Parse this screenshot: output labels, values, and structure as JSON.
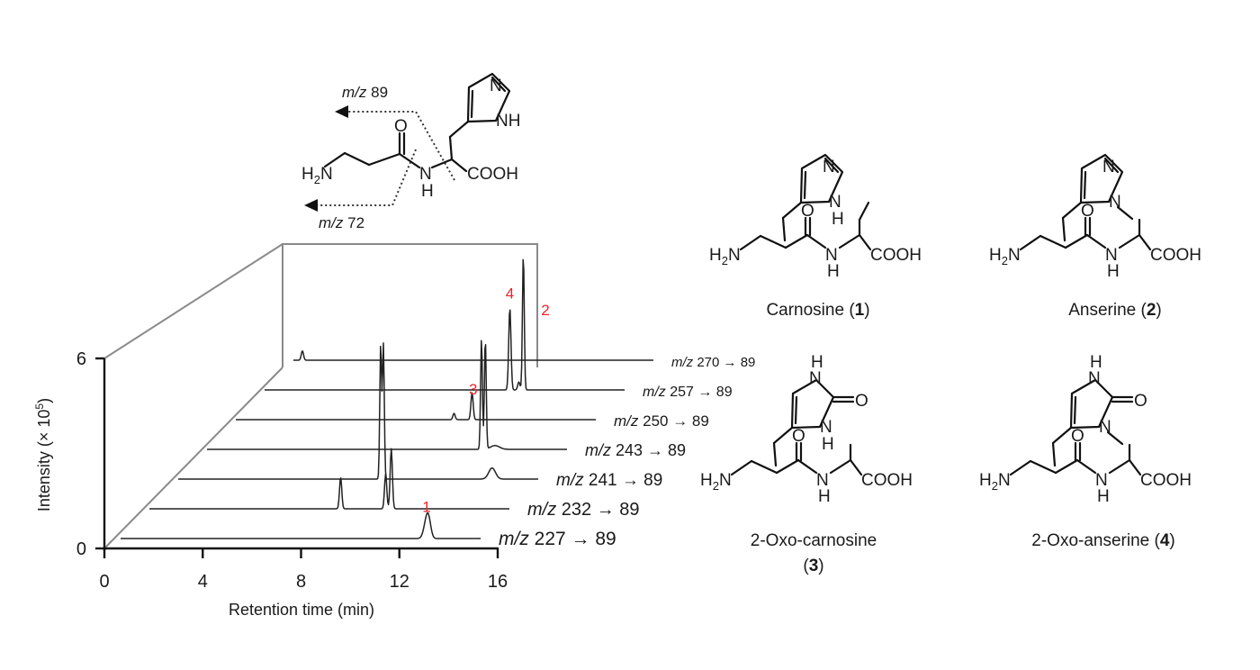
{
  "fragmentation": {
    "mz89": "89",
    "mz72": "72",
    "prefix": "m/z"
  },
  "atoms": {
    "n": "N",
    "nh": "NH",
    "h": "H",
    "o": "O",
    "cooh": "COOH",
    "h2n_h": "H",
    "h2n_2": "2",
    "h2n_n": "N"
  },
  "molecules": [
    {
      "name": "Carnosine (",
      "number": "1",
      "close": ")"
    },
    {
      "name": "Anserine (",
      "number": "2",
      "close": ")"
    },
    {
      "name": "2-Oxo-carnosine",
      "number": "3",
      "open": "(",
      "close": ")"
    },
    {
      "name": "2-Oxo-anserine (",
      "number": "4",
      "close": ")"
    }
  ],
  "chart_data": {
    "type": "line",
    "xlabel": "Retention time (min)",
    "ylabel_prefix": "Intensity (× 10",
    "ylabel_exp": "5",
    "ylabel_suffix": ")",
    "xlim": [
      0,
      16
    ],
    "ylim": [
      0,
      6
    ],
    "x_ticks": [
      "0",
      "4",
      "8",
      "12",
      "16"
    ],
    "y_ticks": [
      "0",
      "6"
    ],
    "series": [
      {
        "name": "m/z 227 → 89",
        "mz": "227",
        "product": "89",
        "peaks": [
          {
            "x": 13.6,
            "y": 0.55,
            "w": 0.12
          },
          {
            "x": 13.7,
            "y": 0.35,
            "w": 0.1
          }
        ],
        "label": "1",
        "label_x": 13.6
      },
      {
        "name": "m/z 232 → 89",
        "mz": "232",
        "product": "89",
        "peaks": [
          {
            "x": 8.5,
            "y": 1.0,
            "w": 0.05
          },
          {
            "x": 10.5,
            "y": 1.1,
            "w": 0.05
          },
          {
            "x": 10.75,
            "y": 1.9,
            "w": 0.05
          }
        ]
      },
      {
        "name": "m/z 241 → 89",
        "mz": "241",
        "product": "89",
        "peaks": [
          {
            "x": 9.0,
            "y": 4.25,
            "w": 0.04
          },
          {
            "x": 9.12,
            "y": 4.25,
            "w": 0.04
          },
          {
            "x": 13.95,
            "y": 0.35,
            "w": 0.15
          }
        ]
      },
      {
        "name": "m/z 243 → 89",
        "mz": "243",
        "product": "89",
        "peaks": [
          {
            "x": 12.2,
            "y": 3.5,
            "w": 0.04
          },
          {
            "x": 12.37,
            "y": 3.5,
            "w": 0.04
          },
          {
            "x": 12.8,
            "y": 0.12,
            "w": 0.2
          }
        ]
      },
      {
        "name": "m/z 250 → 89",
        "mz": "250",
        "product": "89",
        "peaks": [
          {
            "x": 9.7,
            "y": 0.2,
            "w": 0.05
          },
          {
            "x": 10.5,
            "y": 0.85,
            "w": 0.05
          }
        ],
        "label": "3",
        "label_x": 10.55
      },
      {
        "name": "m/z 257 → 89",
        "mz": "257",
        "product": "89",
        "peaks": [
          {
            "x": 10.9,
            "y": 2.6,
            "w": 0.05
          },
          {
            "x": 11.3,
            "y": 0.25,
            "w": 0.05
          },
          {
            "x": 11.5,
            "y": 4.3,
            "w": 0.04
          }
        ],
        "label": "4",
        "label_x": 10.9
      },
      {
        "name": "m/z 270 → 89",
        "mz": "270",
        "product": "89",
        "peaks": [
          {
            "x": 0.4,
            "y": 0.3,
            "w": 0.05
          }
        ],
        "label": "2",
        "label_x": 11.2
      }
    ]
  }
}
